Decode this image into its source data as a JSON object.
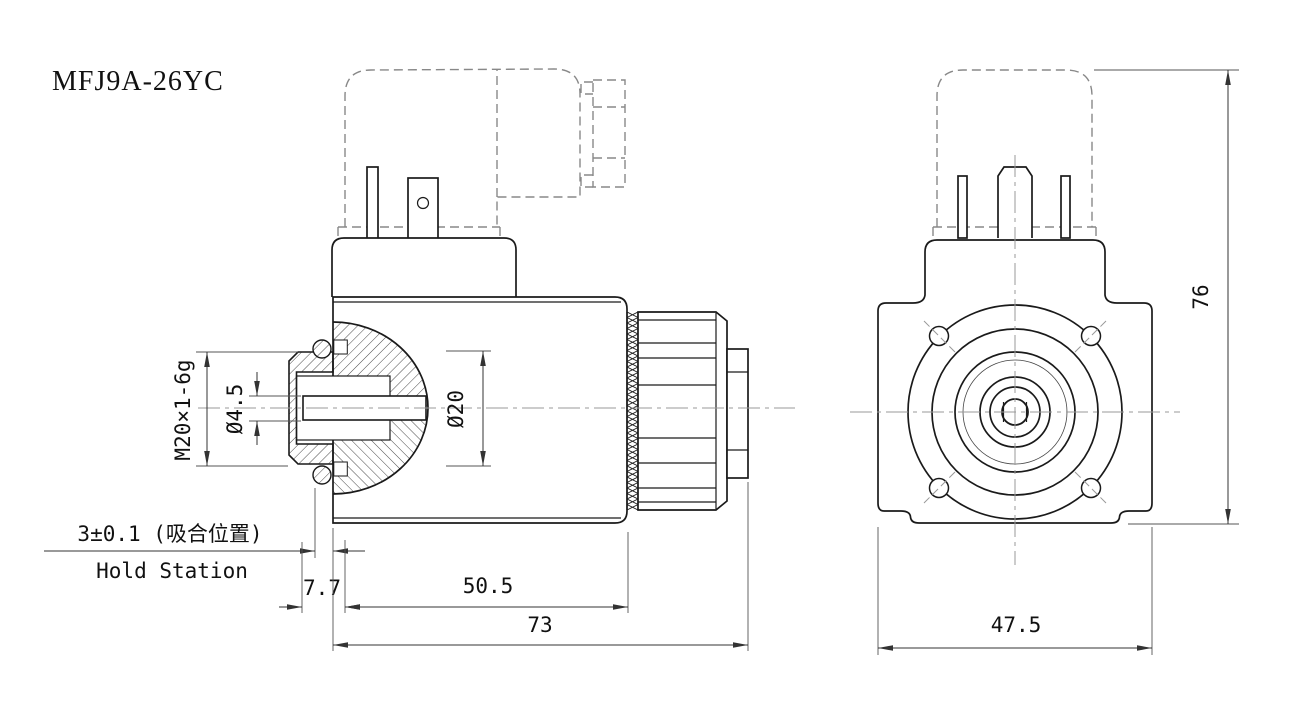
{
  "title": "MFJ9A-26YC",
  "drawing_type": "solenoid electromagnet engineering drawing, side section view and front view",
  "dimensions": {
    "thread": "M20×1-6g",
    "pin_diameter": "Ø4.5",
    "tube_diameter": "Ø20",
    "stroke_note_cn": "3±0.1 (吸合位置)",
    "stroke_note_en": "Hold Station",
    "pin_protrusion": "7.7",
    "body_length": "50.5",
    "total_length": "73",
    "total_height": "76",
    "body_width": "47.5"
  },
  "colors": {
    "background": "#ffffff",
    "main_line": "#1a1a1a",
    "dimension_line": "#333333",
    "extension_line": "#555555",
    "centerline": "#999999",
    "hidden_dashed": "#888888"
  }
}
